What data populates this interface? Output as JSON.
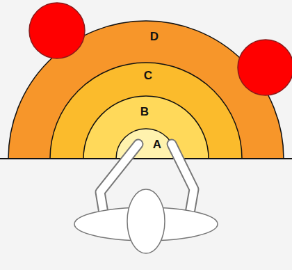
{
  "diagram": {
    "nodes": [
      {
        "text": [
          "D"
        ]
      },
      {
        "text": [
          "C"
        ]
      },
      {
        "text": [
          "B"
        ]
      },
      {
        "text": [
          "A"
        ]
      }
    ]
  }
}
